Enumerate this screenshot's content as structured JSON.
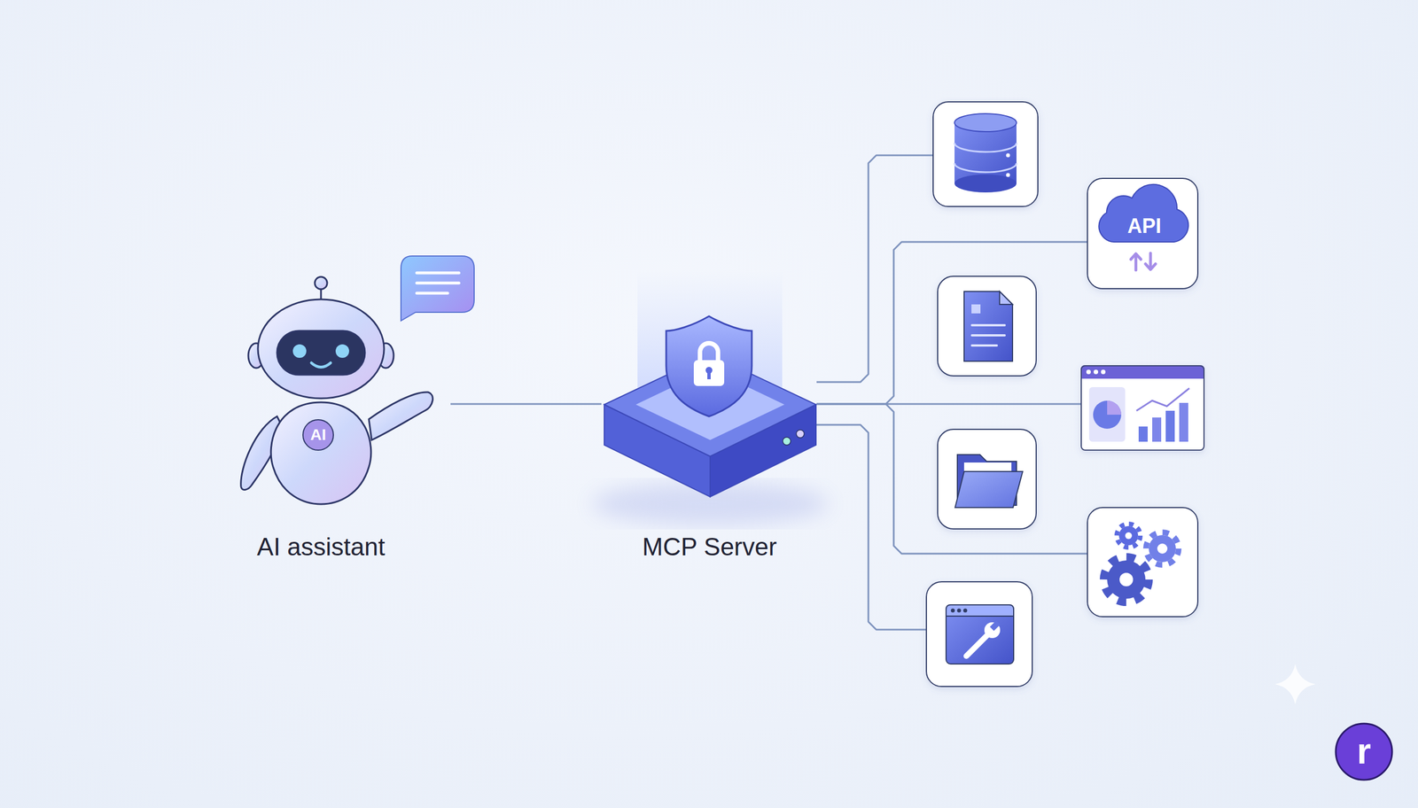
{
  "diagram": {
    "nodes": [
      {
        "text": [
          "AI",
          "AI assistant"
        ]
      },
      {
        "text": [
          "MCP Server"
        ]
      },
      {
        "text": []
      },
      {
        "text": [
          "API"
        ]
      },
      {
        "text": []
      },
      {
        "text": []
      },
      {
        "text": []
      }
    ],
    "edges": [
      {
        "from": 0,
        "to": 1,
        "arrow": "none"
      },
      {
        "from": 1,
        "to": 2,
        "arrow": "none"
      },
      {
        "from": 1,
        "to": 3,
        "arrow": "none"
      },
      {
        "from": 1,
        "to": 4,
        "arrow": "none"
      },
      {
        "from": 1,
        "to": 5,
        "arrow": "none"
      },
      {
        "from": 1,
        "to": 6,
        "arrow": "none"
      }
    ],
    "labels": [
      "r"
    ]
  }
}
